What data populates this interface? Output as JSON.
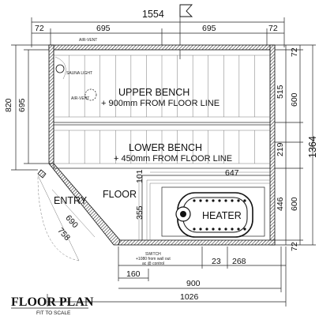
{
  "plan": {
    "title": "FLOOR PLAN",
    "subtitle": "FIT TO SCALE",
    "rooms": {
      "upper_bench": "UPPER BENCH",
      "upper_bench_note": "+ 900mm FROM FLOOR LINE",
      "lower_bench": "LOWER BENCH",
      "lower_bench_note": "+ 450mm FROM FLOOR LINE",
      "floor": "FLOOR",
      "entry": "ENTRY",
      "heater": "HEATER"
    },
    "notes": {
      "air_vent_top": "AIR-VENT",
      "sauna_light": "SAUNA LIGHT",
      "air_vent_mid": "AIR-VENT",
      "switch_1": "SWITCH",
      "switch_2": "+1080 from wall out",
      "switch_3": "ac @ control"
    },
    "dims": {
      "overall_top": "1554",
      "top_a": "72",
      "top_b": "695",
      "top_c": "695",
      "top_d": "72",
      "left_outer": "820",
      "left_inner": "695",
      "right_overall": "1364",
      "right_top": "72",
      "right_515": "515",
      "right_600a": "600",
      "right_219": "219",
      "right_446": "446",
      "right_600b": "600",
      "right_72": "72",
      "heater_width": "647",
      "heater_101": "101",
      "heater_355": "355",
      "entry_690": "690",
      "entry_758": "758",
      "bottom_23": "23",
      "bottom_268": "268",
      "bottom_160": "160",
      "bottom_900": "900",
      "bottom_1026": "1026"
    }
  }
}
